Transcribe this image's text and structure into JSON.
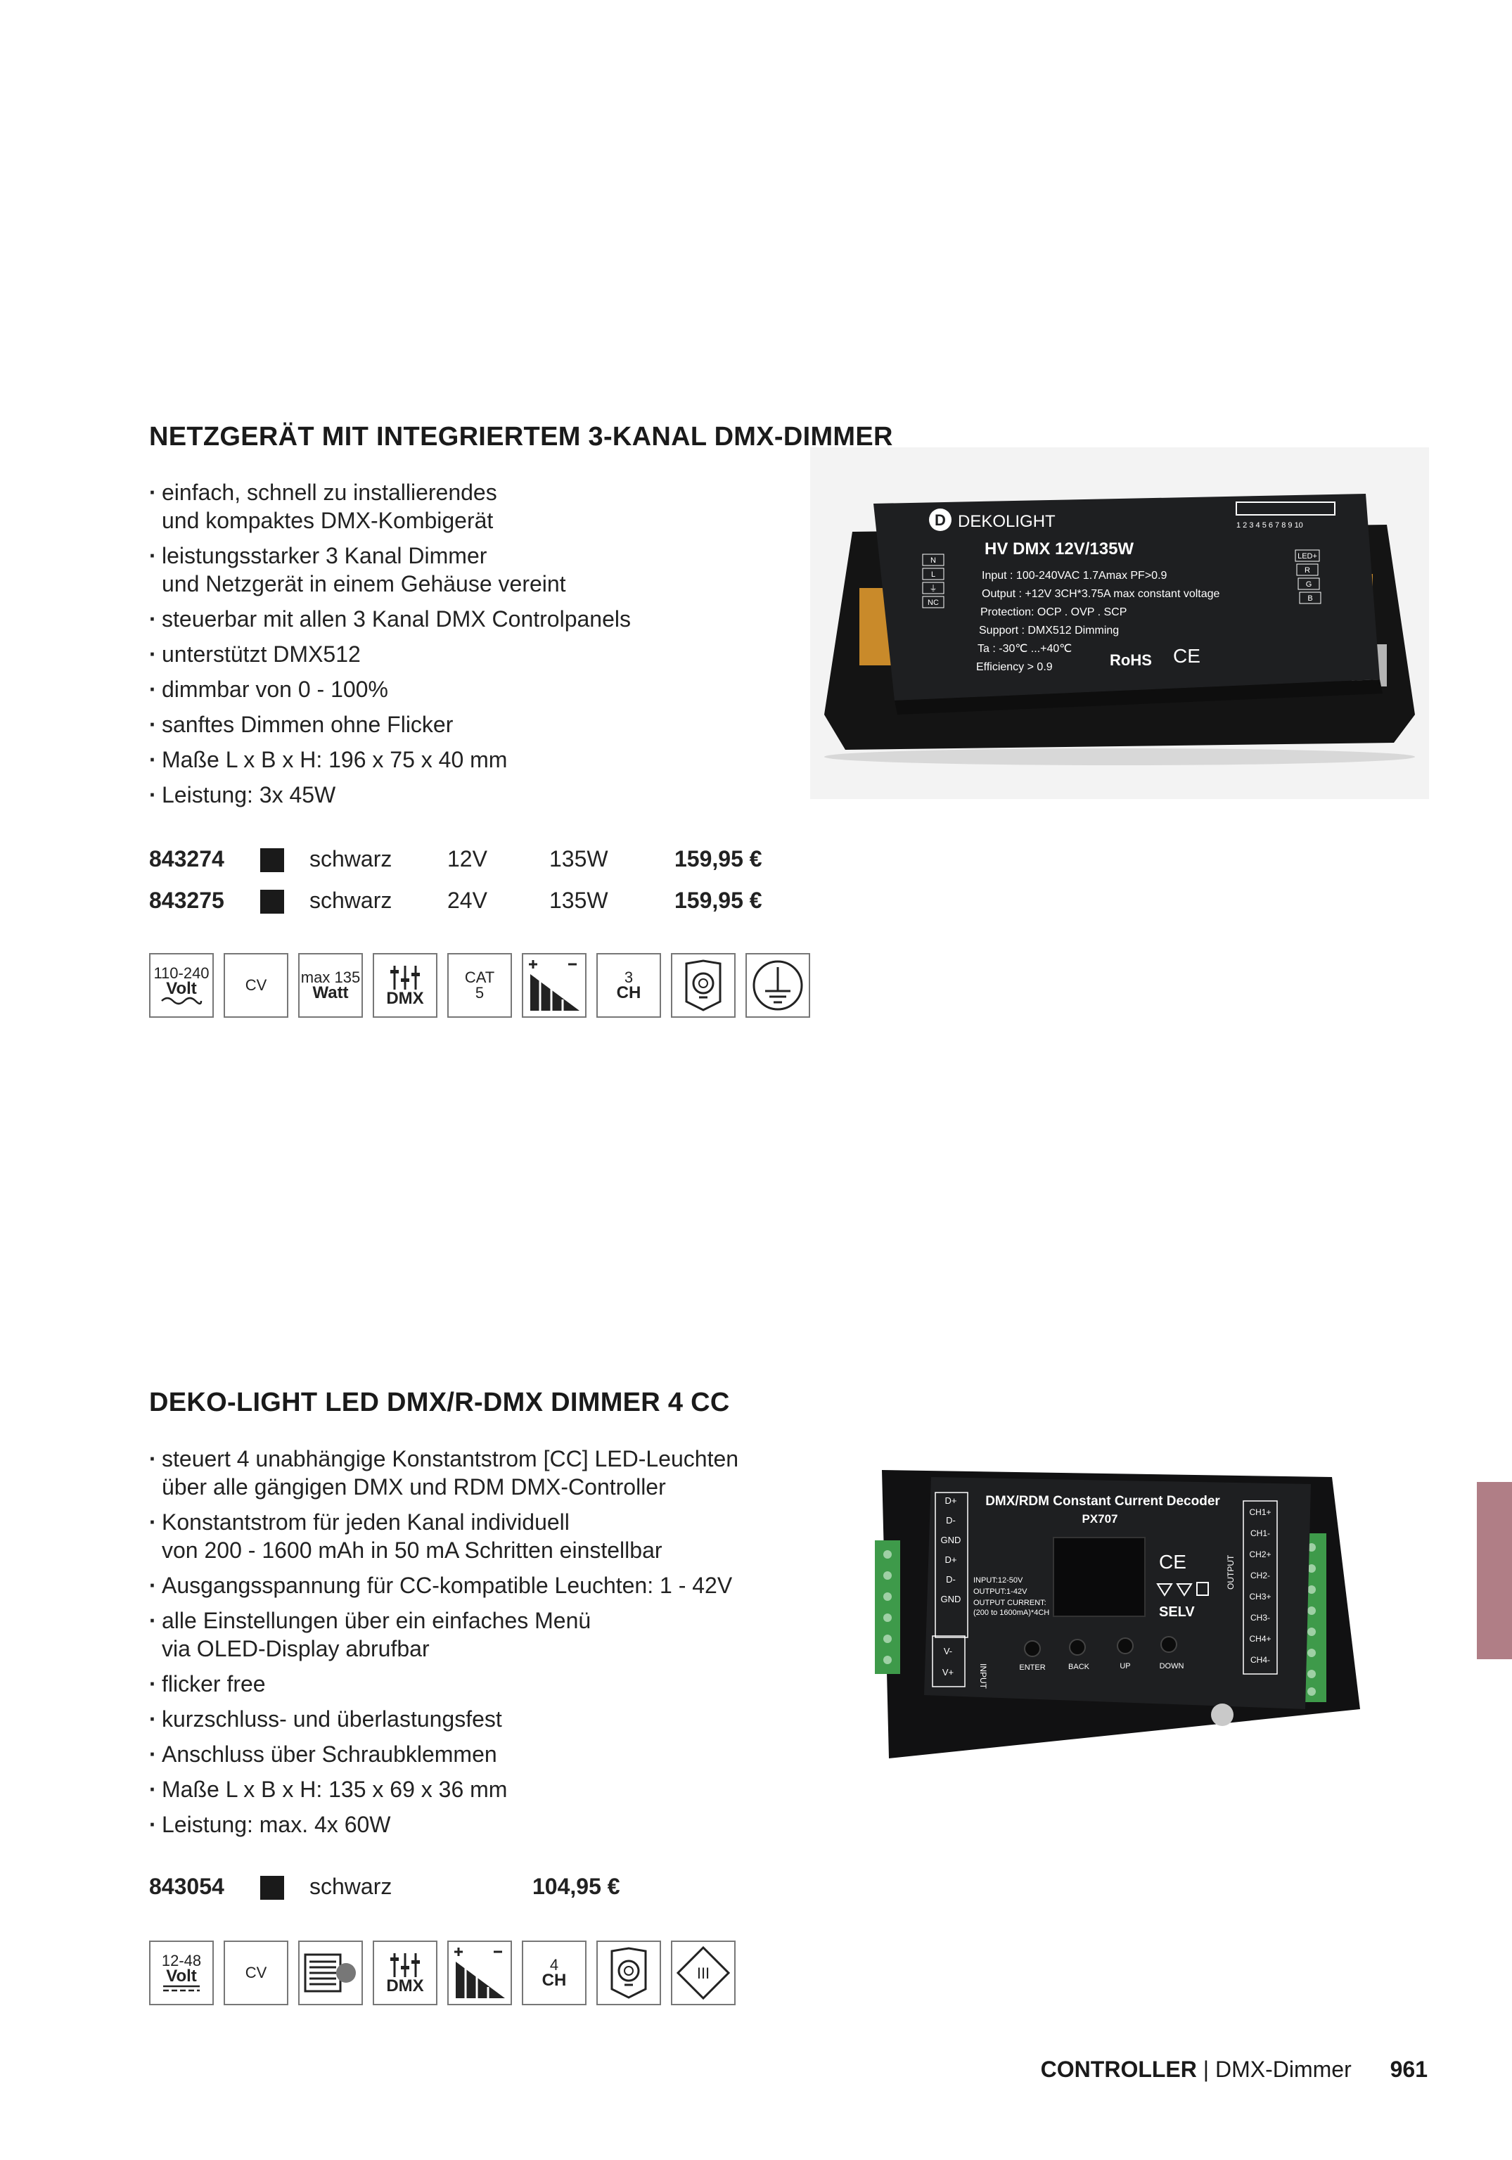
{
  "products": [
    {
      "title": "NETZGERÄT MIT INTEGRIERTEM 3-KANAL DMX-DIMMER",
      "features": [
        [
          "einfach, schnell zu installierendes",
          "und kompaktes DMX-Kombigerät"
        ],
        [
          "leistungsstarker 3 Kanal Dimmer",
          "und Netzgerät in einem Gehäuse vereint"
        ],
        [
          "steuerbar mit allen 3 Kanal DMX Controlpanels"
        ],
        [
          "unterstützt DMX512"
        ],
        [
          "dimmbar von 0 - 100%"
        ],
        [
          "sanftes Dimmen ohne Flicker"
        ],
        [
          "Maße L x B x H: 196 x 75 x 40 mm"
        ],
        [
          "Leistung: 3x 45W"
        ]
      ],
      "variants": [
        {
          "article": "843274",
          "color": "schwarz",
          "voltage": "12V",
          "power": "135W",
          "price": "159,95 €"
        },
        {
          "article": "843275",
          "color": "schwarz",
          "voltage": "24V",
          "power": "135W",
          "price": "159,95 €"
        }
      ],
      "icons": {
        "volt_range": "110-240",
        "volt_unit": "Volt",
        "cv": "CV",
        "max_watt_top": "max 135",
        "max_watt_unit": "Watt",
        "dmx": "DMX",
        "cat_label": "CAT",
        "cat_value": "5",
        "ch_count": "3",
        "ch_label": "CH"
      },
      "device_label": {
        "brand": "DEKOLIGHT",
        "model": "HV DMX 12V/135W",
        "dip": "1 2 3 4 5 6 7 8 9 10",
        "spec_lines": [
          "Input : 100-240VAC  1.7Amax  PF>0.9",
          "Output : +12V  3CH*3.75A max constant voltage",
          "Protection: OCP . OVP . SCP",
          "Support : DMX512 Dimming",
          "Ta : -30℃ ...+40℃",
          "Efficiency > 0.9"
        ],
        "rohs": "RoHS",
        "ce": "CE",
        "left_terminals": [
          "N",
          "L",
          "⏚",
          "NC"
        ],
        "right_terminals": [
          "LED+",
          "R",
          "G",
          "B"
        ]
      }
    },
    {
      "title": "DEKO-LIGHT LED DMX/R-DMX DIMMER 4 CC",
      "features": [
        [
          "steuert 4 unabhängige Konstantstrom [CC] LED-Leuchten",
          "über alle gängigen DMX und RDM DMX-Controller"
        ],
        [
          "Konstantstrom für jeden Kanal individuell",
          "von 200 - 1600 mAh in 50 mA Schritten einstellbar"
        ],
        [
          "Ausgangsspannung für CC-kompatible Leuchten: 1 - 42V"
        ],
        [
          "alle Einstellungen über ein einfaches Menü",
          "via OLED-Display abrufbar"
        ],
        [
          "flicker free"
        ],
        [
          "kurzschluss- und überlastungsfest"
        ],
        [
          "Anschluss über Schraubklemmen"
        ],
        [
          "Maße L x B x H: 135 x 69 x 36 mm"
        ],
        [
          "Leistung: max. 4x 60W"
        ]
      ],
      "variants": [
        {
          "article": "843054",
          "color": "schwarz",
          "price": "104,95 €"
        }
      ],
      "icons": {
        "volt_range": "12-48",
        "volt_unit": "Volt",
        "cv": "CV",
        "dmx": "DMX",
        "ch_count": "4",
        "ch_label": "CH",
        "class": "III"
      },
      "device_label": {
        "title": "DMX/RDM Constant Current Decoder",
        "model": "PX707",
        "left_terminals": [
          "D+",
          "D-",
          "GND",
          "D+",
          "D-",
          "GND"
        ],
        "power_terminals": [
          "V-",
          "V+"
        ],
        "input": "INPUT",
        "output": "OUTPUT",
        "right_terminals": [
          "CH1+",
          "CH1-",
          "CH2+",
          "CH2-",
          "CH3+",
          "CH3-",
          "CH4+",
          "CH4-"
        ],
        "spec_lines": [
          "INPUT:12-50V",
          "OUTPUT:1-42V",
          "OUTPUT CURRENT:",
          "(200 to 1600mA)*4CH"
        ],
        "buttons": [
          "ENTER",
          "BACK",
          "UP",
          "DOWN"
        ],
        "ce": "CE",
        "selv": "SELV"
      }
    }
  ],
  "footer": {
    "section": "CONTROLLER",
    "separator": "|",
    "subsection": "DMX-Dimmer",
    "page": "961"
  },
  "colors": {
    "accent_tab": "#b07e86",
    "device_body": "#1e1f21",
    "terminal_green": "#3e9a4a",
    "terminal_orange": "#c98a2a"
  }
}
